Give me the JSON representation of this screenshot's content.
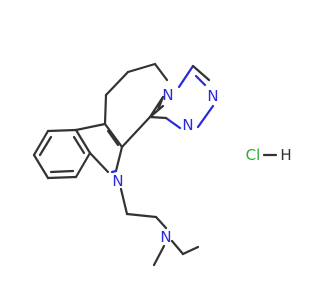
{
  "structure": {
    "atoms": {
      "n_indole": "N",
      "n_triazole_ring": "N",
      "n_triazole_upper": "N",
      "n_triazole_lower": "N",
      "n_amine": "N",
      "salt": "Cl",
      "salt_h": "H"
    }
  },
  "colors": {
    "bond": "#333333",
    "nitrogen": "#2a2adb",
    "chlorine": "#33aa33",
    "background": "#ffffff"
  }
}
